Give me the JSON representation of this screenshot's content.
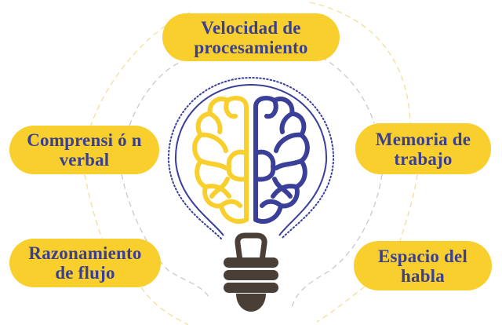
{
  "diagram": {
    "type": "lightbulb-brain-concept",
    "center_icon": "lightbulb-with-brain-icon",
    "colors": {
      "pill_fill": "#f8cf2c",
      "pill_text": "#3a3f8f",
      "brain_left": "#f8cf2c",
      "brain_right": "#3a3f9a",
      "bulb_outline": "#3a3f9a",
      "bulb_base": "#4a3f37",
      "arc_yellow": "#f3e3a0",
      "arc_gray": "#c8c8cc"
    },
    "nodes": [
      {
        "id": "top",
        "lines": [
          "Velocidad de",
          "procesamiento"
        ]
      },
      {
        "id": "left-middle",
        "lines": [
          "Comprensi ó n",
          "verbal"
        ]
      },
      {
        "id": "right-middle",
        "lines": [
          "Memoria de",
          "trabajo"
        ]
      },
      {
        "id": "left-bottom",
        "lines": [
          "Razonamiento",
          "de flujo"
        ]
      },
      {
        "id": "right-bottom",
        "lines": [
          "Espacio del",
          "habla"
        ]
      }
    ]
  }
}
